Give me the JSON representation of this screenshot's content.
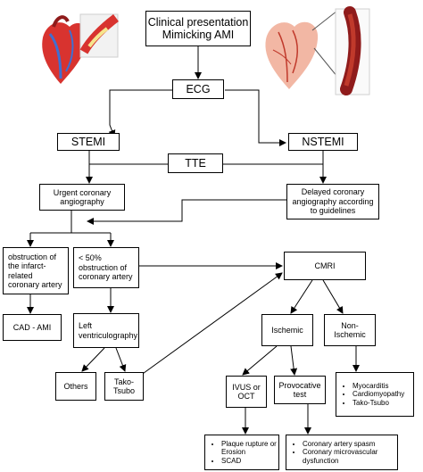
{
  "nodes": {
    "clinical": "Clinical presentation\nMimicking AMI",
    "ecg": "ECG",
    "stemi": "STEMI",
    "nstemi": "NSTEMI",
    "tte": "TTE",
    "urgent": "Urgent coronary\nangiography",
    "delayed": "Delayed coronary\nangiography according\nto guidelines",
    "obstruction": "obstruction of\nthe infarct-\nrelated\ncoronary artery",
    "lt50": "< 50%\nobstruction of\ncoronary artery",
    "cmri": "CMRI",
    "cad": "CAD - AMI",
    "leftvent": "Left\nventriculography",
    "ischemic": "Ischemic",
    "nonischemic": "Non-\nIschemic",
    "others": "Others",
    "takotsubo": "Tako-\nTsubo",
    "ivus": "IVUS or\nOCT",
    "provocative": "Provocative\ntest"
  },
  "lists": {
    "nonischemic_causes": [
      "Myocarditis",
      "Cardiomyopathy",
      "Tako-Tsubo"
    ],
    "ivus_findings": [
      "Plaque rupture or Erosion",
      "SCAD"
    ],
    "provocative_findings": [
      "Coronary artery spasm",
      "Coronary microvascular dysfunction"
    ]
  },
  "colors": {
    "heart_red": "#d8332f",
    "vessel_blue": "#3f6fd1",
    "artery_dark": "#8f1b1b",
    "heart_light": "#f2b7a4"
  }
}
